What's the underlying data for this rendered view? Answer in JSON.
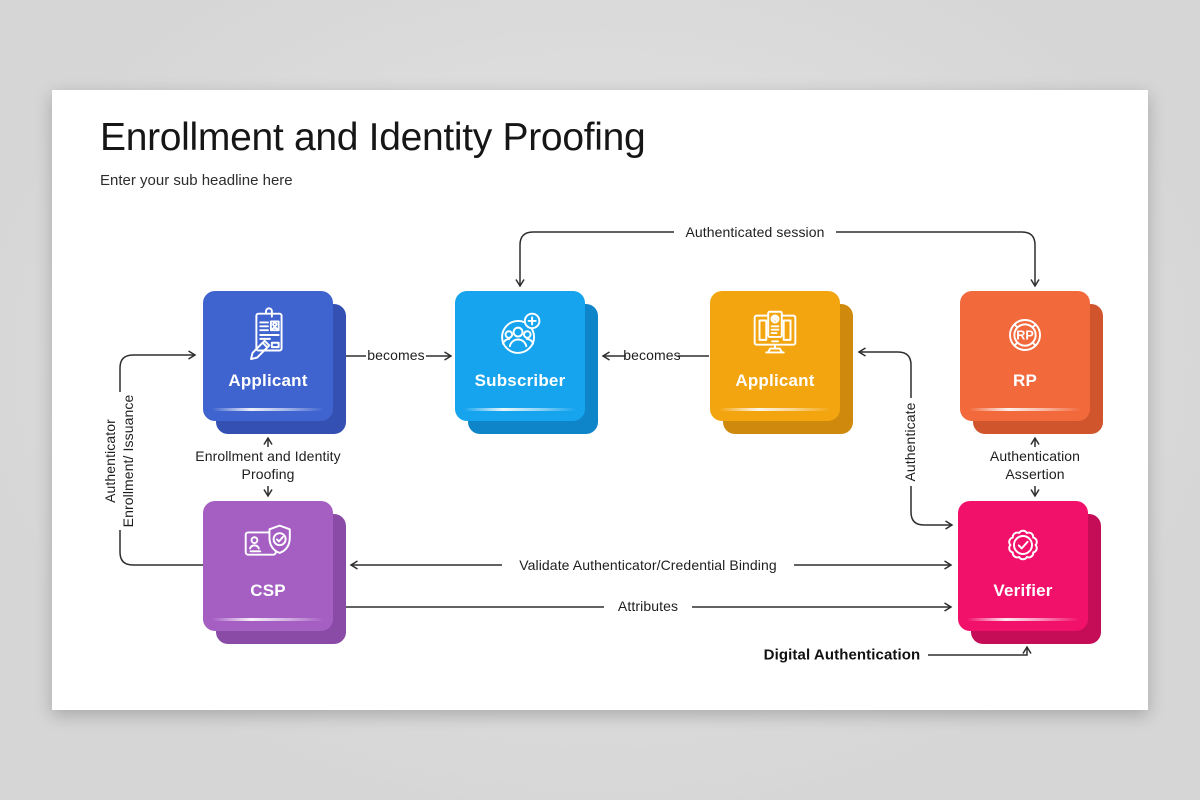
{
  "canvas": {
    "background": "#d6d6d6",
    "slide": "#ffffff",
    "line": "#2e2e2e"
  },
  "page": {
    "title": "Enrollment and Identity Proofing",
    "subtitle": "Enter your sub headline here"
  },
  "nodes": [
    {
      "id": "applicant-initial",
      "label": "Applicant",
      "icon_name": "resume-pen-icon",
      "icon_ref": "#sym-resume",
      "color": "#3f63cf",
      "shadow": "#3350b2"
    },
    {
      "id": "subscriber",
      "label": "Subscriber",
      "icon_name": "group-add-icon",
      "icon_ref": "#sym-group",
      "color": "#16a4ee",
      "shadow": "#0e85c8"
    },
    {
      "id": "applicant-rp-side",
      "label": "Applicant",
      "icon_name": "monitor-id-icon",
      "icon_ref": "#sym-monitor",
      "color": "#f3a50f",
      "shadow": "#cf8a0d"
    },
    {
      "id": "rp",
      "label": "RP",
      "icon_name": "rp-badge-icon",
      "icon_ref": "#sym-rp",
      "color": "#f2693c",
      "shadow": "#d0552d"
    },
    {
      "id": "csp",
      "label": "CSP",
      "icon_name": "id-card-shield-icon",
      "icon_ref": "#sym-idshield",
      "color": "#a55fc3",
      "shadow": "#8a4ba6"
    },
    {
      "id": "verifier",
      "label": "Verifier",
      "icon_name": "rosette-check-icon",
      "icon_ref": "#sym-rosette",
      "color": "#f2116a",
      "shadow": "#c50d57"
    }
  ],
  "edges": {
    "authenticated_session": "Authenticated session",
    "becomes_1": "becomes",
    "becomes_2": "becomes",
    "enrollment_proofing": "Enrollment and Identity\nProofing",
    "authenticator_issuance": "Authenticator\nEnrollment/ Issuance",
    "authenticate": "Authenticate",
    "authentication_assertion": "Authentication\nAssertion",
    "validate_binding": "Validate Authenticator/Credential Binding",
    "attributes": "Attributes",
    "digital_authentication": "Digital Authentication"
  }
}
